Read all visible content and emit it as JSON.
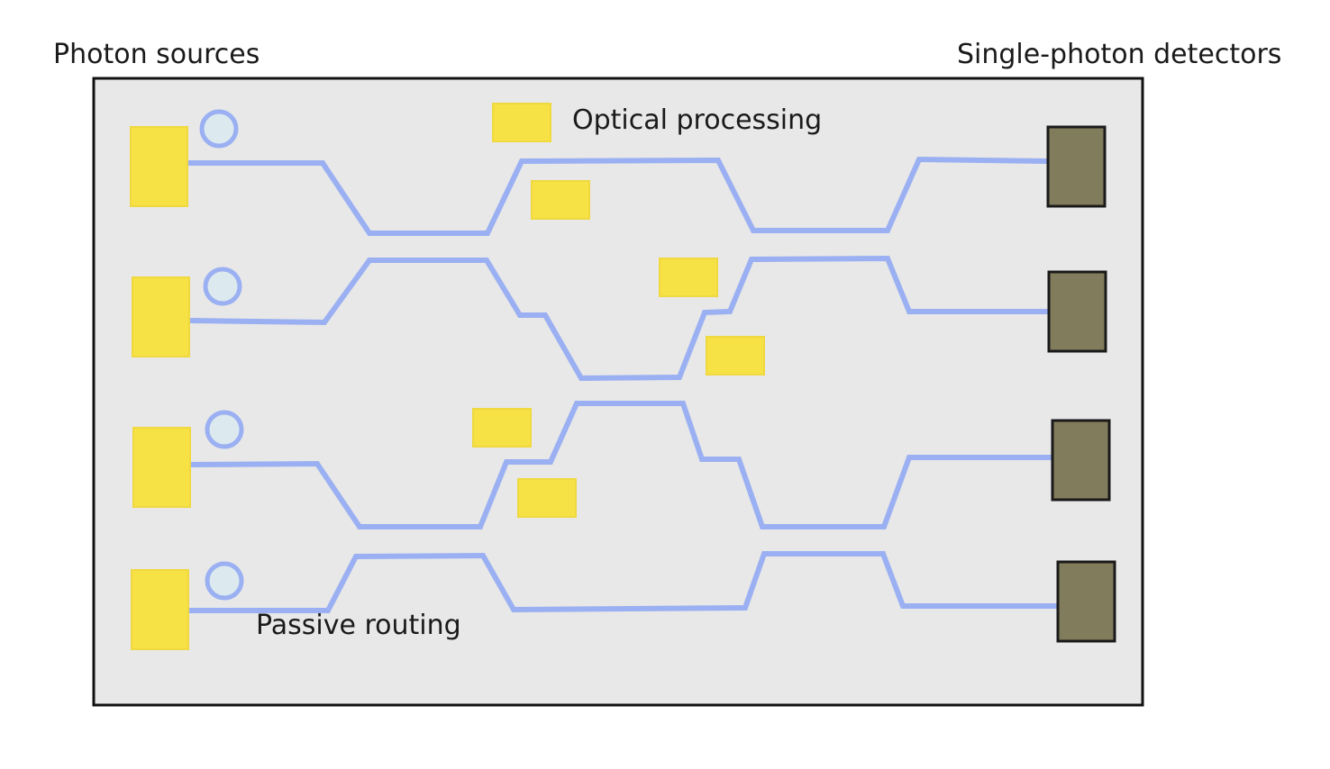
{
  "labels": {
    "photon_sources": "Photon sources",
    "single_photon_detectors": "Single-photon detectors",
    "optical_processing": "Optical processing",
    "passive_routing": "Passive routing"
  },
  "components": {
    "channels": 4,
    "photon_sources": 4,
    "ring_resonators": 4,
    "detectors": 4,
    "processing_elements": 6
  },
  "colors": {
    "chip_background": "#e8e8e8",
    "chip_border": "#111111",
    "waveguide": "#9ab0f2",
    "source": "#f7e246",
    "source_border": "#f0d840",
    "ring_fill": "#dce9ee",
    "ring_stroke": "#9ab0f2",
    "detector": "#817c5c",
    "detector_border": "#1a1a1a"
  }
}
